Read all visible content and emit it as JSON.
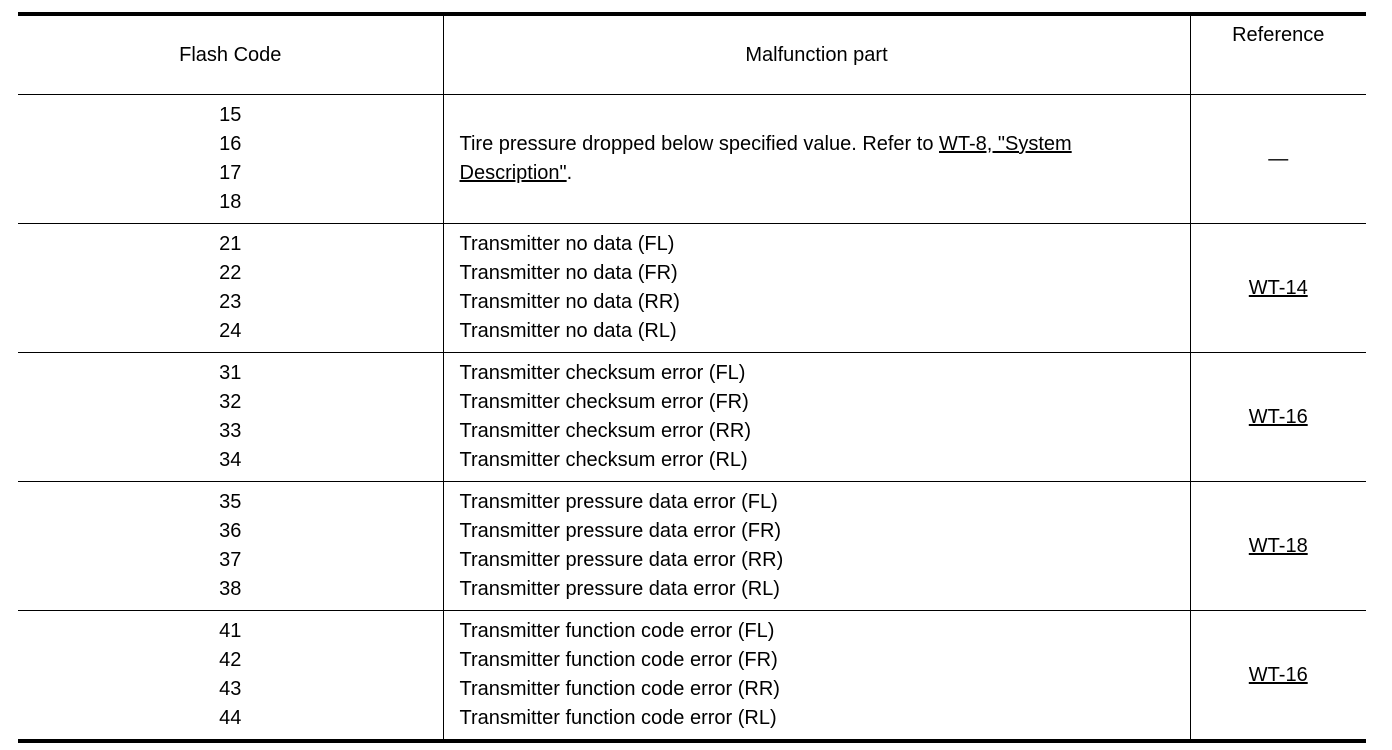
{
  "header": {
    "flash_code": "Flash Code",
    "malfunction_part": "Malfunction part",
    "reference": "Reference"
  },
  "rows": [
    {
      "codes": [
        "15",
        "16",
        "17",
        "18"
      ],
      "part_text": "Tire pressure dropped below specified value. Refer to ",
      "part_link": "WT-8, \"System Description\"",
      "part_suffix": ".",
      "reference": "—"
    },
    {
      "codes": [
        "21",
        "22",
        "23",
        "24"
      ],
      "parts": [
        "Transmitter no data (FL)",
        "Transmitter no data (FR)",
        "Transmitter no data (RR)",
        "Transmitter no data (RL)"
      ],
      "reference": "WT-14"
    },
    {
      "codes": [
        "31",
        "32",
        "33",
        "34"
      ],
      "parts": [
        "Transmitter checksum error (FL)",
        "Transmitter checksum error (FR)",
        "Transmitter checksum error (RR)",
        "Transmitter checksum error (RL)"
      ],
      "reference": "WT-16"
    },
    {
      "codes": [
        "35",
        "36",
        "37",
        "38"
      ],
      "parts": [
        "Transmitter pressure data error (FL)",
        "Transmitter pressure data error (FR)",
        "Transmitter pressure data error (RR)",
        "Transmitter pressure data error (RL)"
      ],
      "reference": "WT-18"
    },
    {
      "codes": [
        "41",
        "42",
        "43",
        "44"
      ],
      "parts": [
        "Transmitter function code error (FL)",
        "Transmitter function code error (FR)",
        "Transmitter function code error (RR)",
        "Transmitter function code error (RL)"
      ],
      "reference": "WT-16"
    }
  ]
}
